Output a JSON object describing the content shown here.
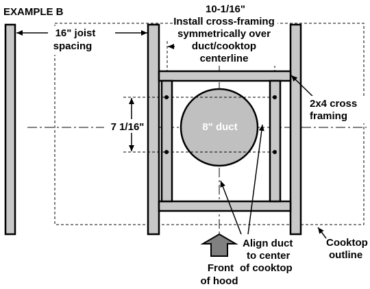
{
  "title": "EXAMPLE B",
  "labels": {
    "joist_spacing_line1": "16\" joist",
    "joist_spacing_line2": "spacing",
    "span_dimension": "10-1/16\"",
    "install_line1": "Install cross-framing",
    "install_line2": "symmetrically over",
    "install_line3": "duct/cooktop",
    "install_line4": "centerline",
    "cross_framing_line1": "2x4 cross",
    "cross_framing_line2": "framing",
    "vertical_dimension": "7 1/16\"",
    "duct": "8\" duct",
    "align_line1": "Align duct",
    "align_line2": "to center",
    "align_line3": "of cooktop",
    "front_line1": "Front",
    "front_line2": "of hood",
    "cooktop_line1": "Cooktop",
    "cooktop_line2": "outline"
  },
  "colors": {
    "lumber_fill": "#c8c8c8",
    "duct_fill": "#c0c0c0",
    "arrow_fill": "#808080",
    "line": "#000000"
  }
}
